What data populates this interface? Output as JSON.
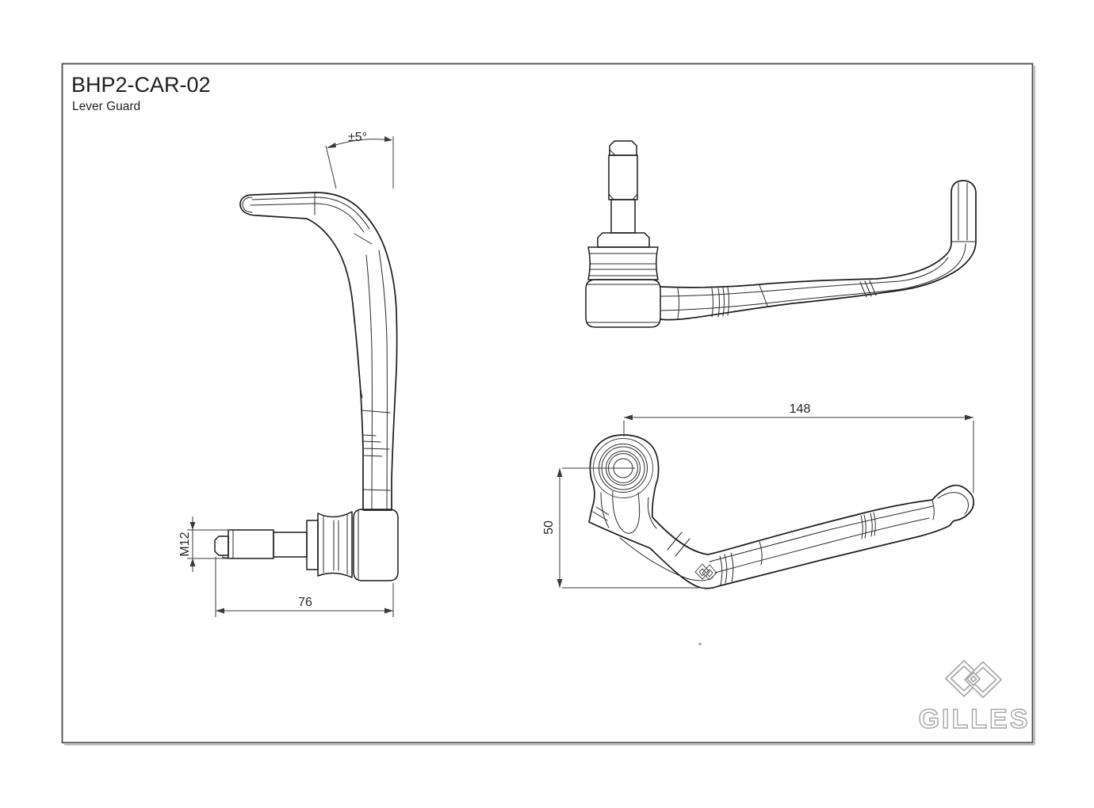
{
  "title_block": {
    "part_number": "BHP2-CAR-02",
    "part_name": "Lever Guard"
  },
  "dimensions": {
    "angle_tolerance": "±5°",
    "thread_size": "M12",
    "mount_length": "76",
    "guard_reach": "148",
    "guard_drop": "50"
  },
  "logo": {
    "brand": "GILLES"
  },
  "colors": {
    "part_line": "#1c1c1c",
    "dimension_line": "#3a3a3a",
    "logo_gray": "#a6a6a6",
    "frame": "#4a4a4a",
    "background": "#ffffff"
  }
}
